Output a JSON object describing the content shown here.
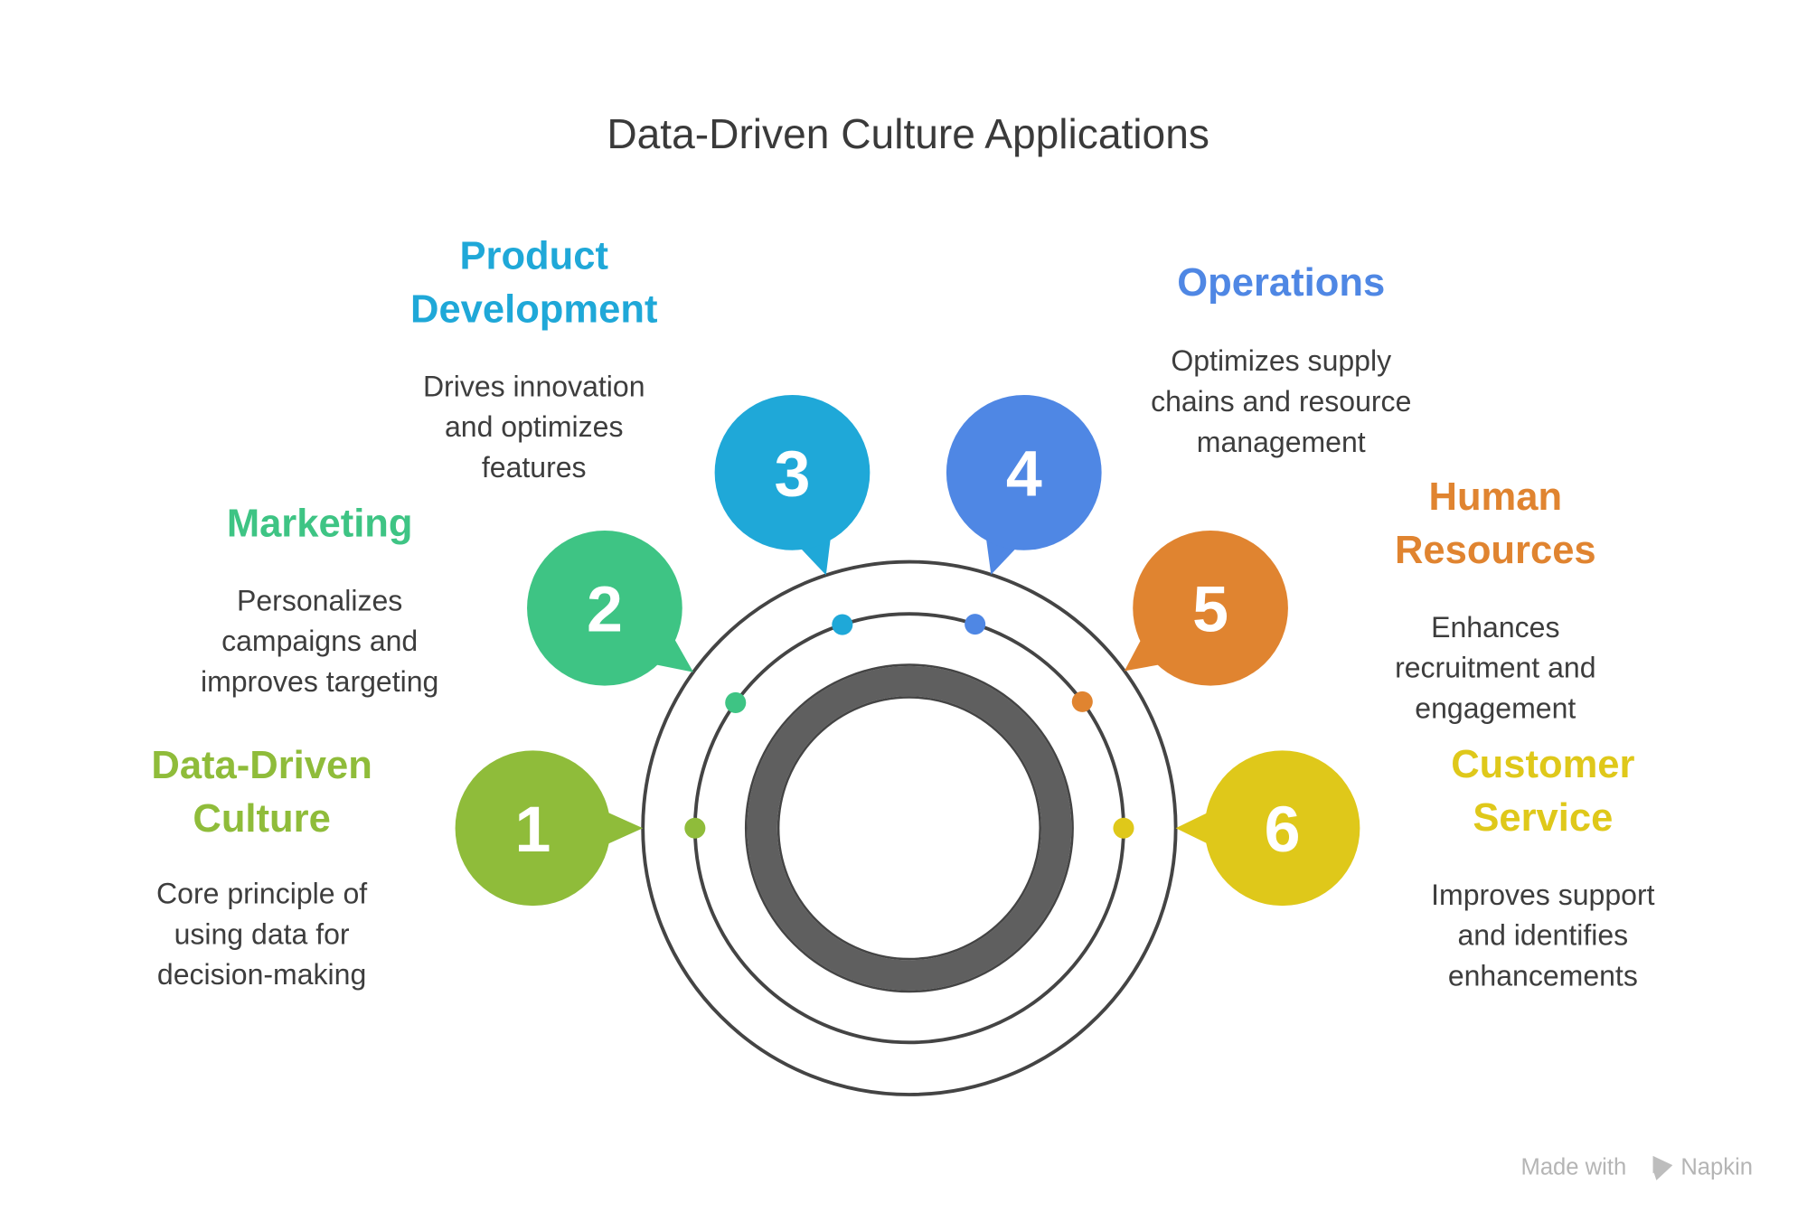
{
  "title": "Data-Driven Culture Applications",
  "items": [
    {
      "number": "1",
      "heading": [
        "Data-Driven",
        "Culture"
      ],
      "description": [
        "Core principle of",
        "using data for",
        "decision-making"
      ],
      "color": "#8fbc3a"
    },
    {
      "number": "2",
      "heading": [
        "Marketing"
      ],
      "description": [
        "Personalizes",
        "campaigns and",
        "improves targeting"
      ],
      "color": "#3ec484"
    },
    {
      "number": "3",
      "heading": [
        "Product",
        "Development"
      ],
      "description": [
        "Drives innovation",
        "and optimizes",
        "features"
      ],
      "color": "#1fa8d8"
    },
    {
      "number": "4",
      "heading": [
        "Operations"
      ],
      "description": [
        "Optimizes supply",
        "chains and resource",
        "management"
      ],
      "color": "#4f87e4"
    },
    {
      "number": "5",
      "heading": [
        "Human",
        "Resources"
      ],
      "description": [
        "Enhances",
        "recruitment and",
        "engagement"
      ],
      "color": "#e08430"
    },
    {
      "number": "6",
      "heading": [
        "Customer",
        "Service"
      ],
      "description": [
        "Improves support",
        "and identifies",
        "enhancements"
      ],
      "color": "#dfc81a"
    }
  ],
  "watermark": {
    "prefix": "Made with",
    "brand": "Napkin"
  }
}
